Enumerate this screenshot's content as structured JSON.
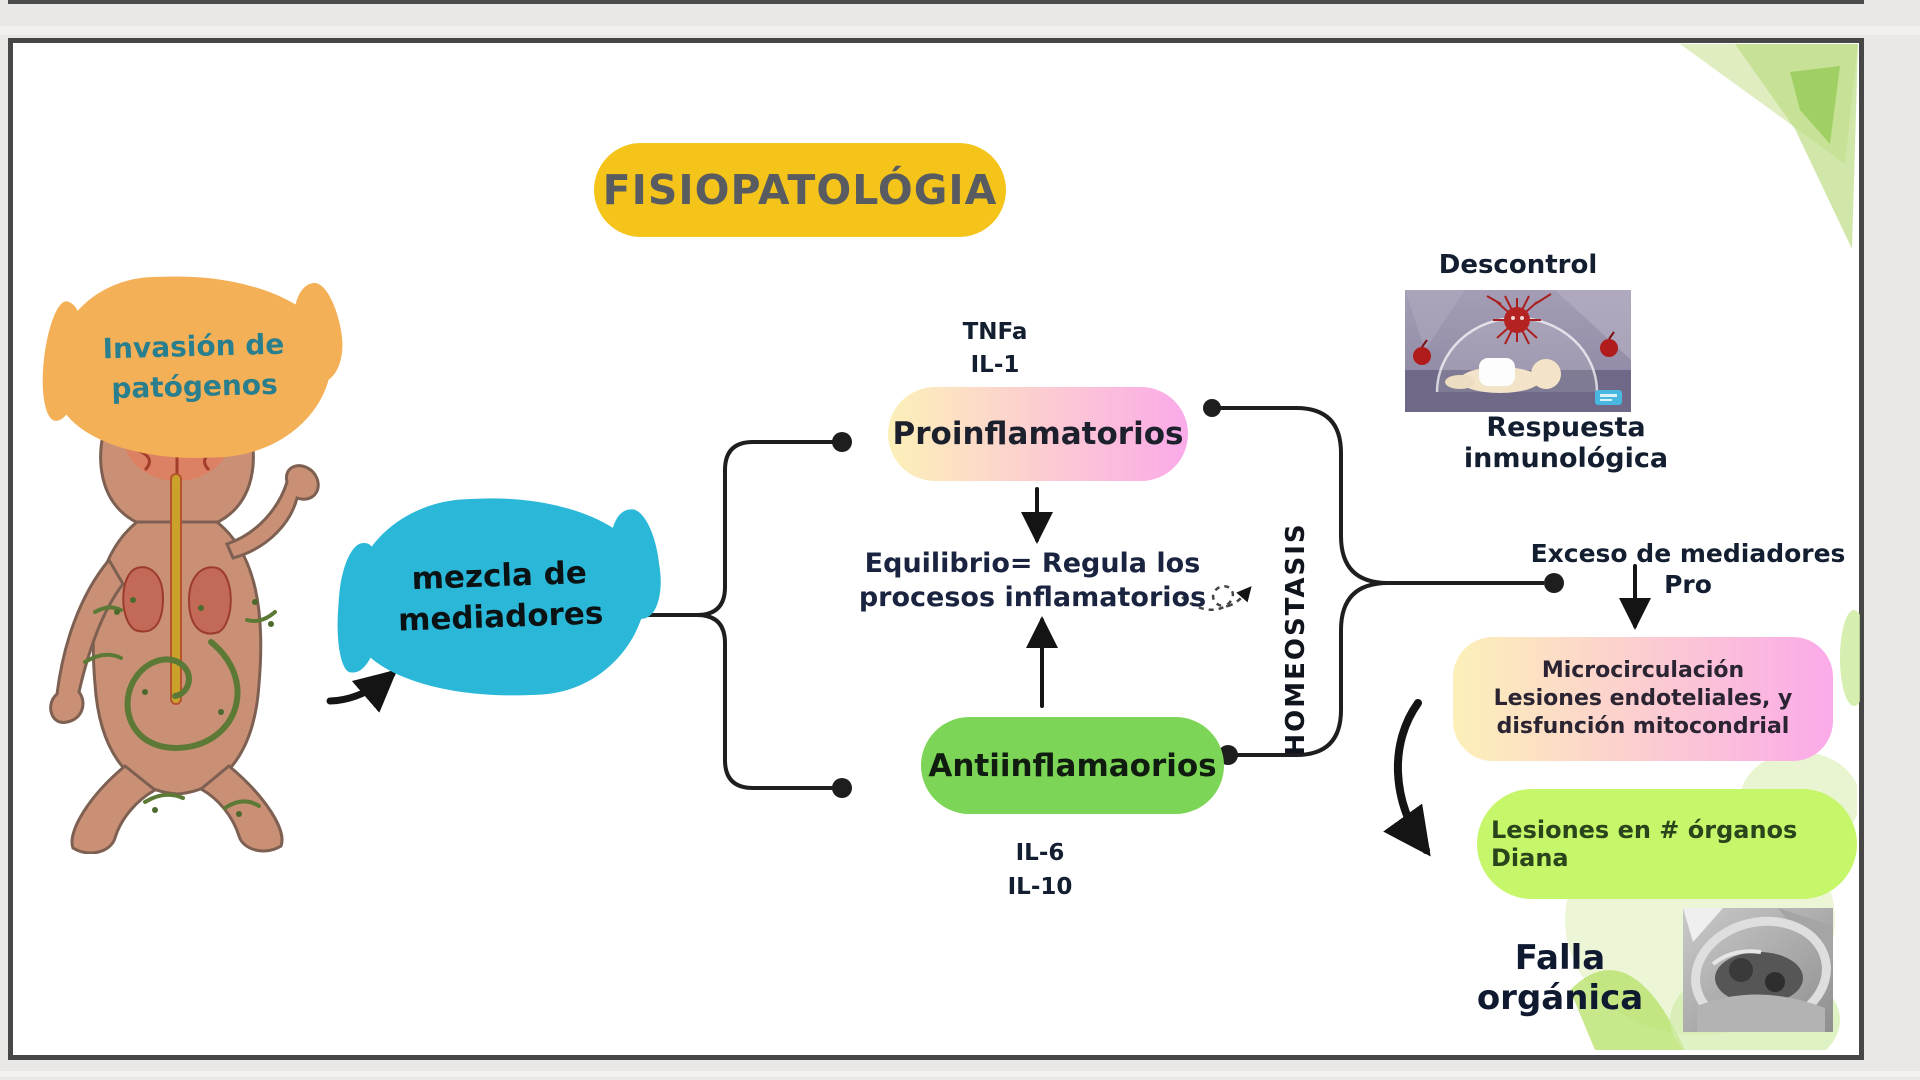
{
  "diagram": {
    "title": "FISIOPATOLÓGIA",
    "nodes": {
      "invasion": "Invasión de\npatógenos",
      "mezcla": "mezcla de\nmediadores",
      "pro_mediators": "TNFa\nIL-1",
      "proinflamatorios": "Proinflamatorios",
      "equilibrio": "Equilibrio= Regula los\nprocesos inflamatorios",
      "antiinflamatorios": "Antiinflamaorios",
      "anti_mediators": "IL-6\nIL-10",
      "homeostasis": "HOMEOSTASIS",
      "descontrol": "Descontrol",
      "respuesta_inmunologica": "Respuesta inmunológica",
      "exceso_mediadores": "Exceso de mediadores\nPro",
      "microcirculacion": "Microcirculación\nLesiones endoteliales, y\ndisfunción mitocondrial",
      "lesiones_organos": "Lesiones en # órganos Diana",
      "falla_organica": "Falla orgánica"
    },
    "colors": {
      "title_bg": "#f5c41b",
      "invasion_bg": "#f4b057",
      "invasion_text": "#2a7f8e",
      "mezcla_bg": "#2bb8d8",
      "gradient_start": "#fcf0b8",
      "gradient_end": "#fbaae9",
      "anti_bg": "#7cd556",
      "lesiones_bg": "#c6f669",
      "connector": "#1e1e1e"
    }
  }
}
